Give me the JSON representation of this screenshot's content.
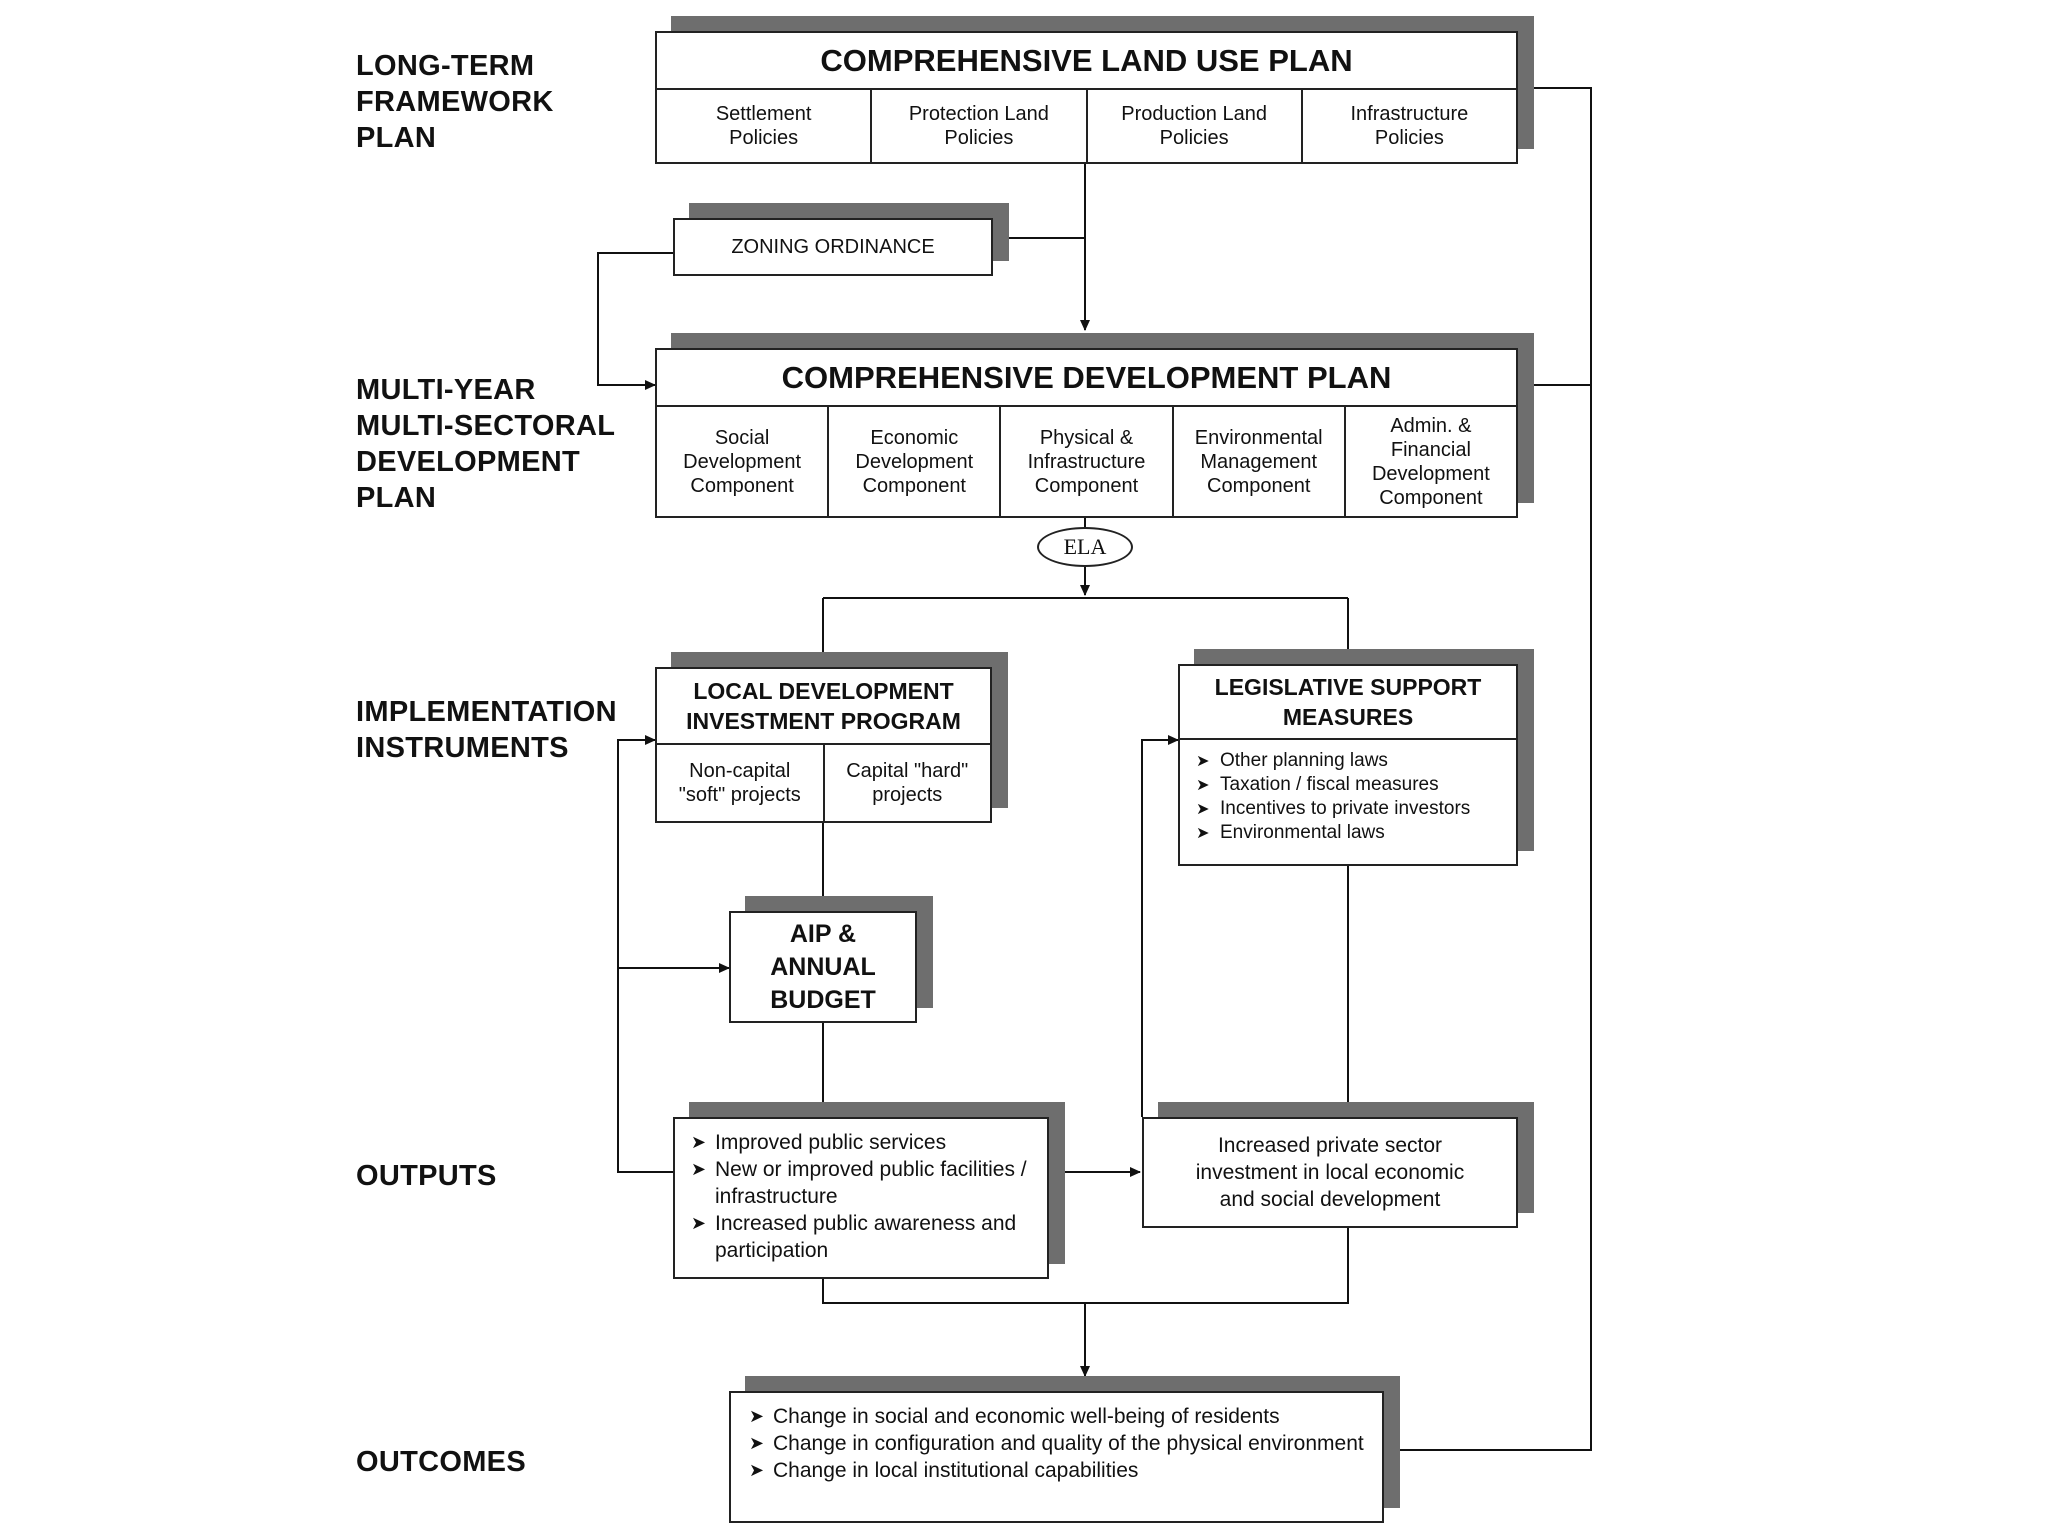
{
  "levels": {
    "long_term": [
      "LONG-TERM",
      "FRAMEWORK",
      "PLAN"
    ],
    "multi_year": [
      "MULTI-YEAR",
      "MULTI-SECTORAL",
      "DEVELOPMENT",
      "PLAN"
    ],
    "implementation": [
      "IMPLEMENTATION",
      "INSTRUMENTS"
    ],
    "outputs": "OUTPUTS",
    "outcomes": "OUTCOMES"
  },
  "clup": {
    "title": "COMPREHENSIVE LAND USE PLAN",
    "policies": [
      [
        "Settlement",
        "Policies"
      ],
      [
        "Protection Land",
        "Policies"
      ],
      [
        "Production Land",
        "Policies"
      ],
      [
        "Infrastructure",
        "Policies"
      ]
    ]
  },
  "zoning": {
    "label": "ZONING ORDINANCE"
  },
  "cdp": {
    "title": "COMPREHENSIVE DEVELOPMENT PLAN",
    "components": [
      [
        "Social",
        "Development",
        "Component"
      ],
      [
        "Economic",
        "Development",
        "Component"
      ],
      [
        "Physical &",
        "Infrastructure",
        "Component"
      ],
      [
        "Environmental",
        "Management",
        "Component"
      ],
      [
        "Admin. &",
        "Financial",
        "Development",
        "Component"
      ]
    ]
  },
  "ela": {
    "label": "ELA"
  },
  "ldip": {
    "title": [
      "LOCAL DEVELOPMENT",
      "INVESTMENT PROGRAM"
    ],
    "projects": [
      [
        "Non-capital",
        "\"soft\" projects"
      ],
      [
        "Capital \"hard\"",
        "projects"
      ]
    ]
  },
  "legislative": {
    "title": [
      "LEGISLATIVE SUPPORT",
      "MEASURES"
    ],
    "items": [
      "Other planning laws",
      "Taxation / fiscal measures",
      "Incentives to private investors",
      "Environmental laws"
    ]
  },
  "aip": {
    "lines": [
      "AIP &",
      "ANNUAL",
      "BUDGET"
    ]
  },
  "public_outputs": {
    "items": [
      "Improved public services",
      "New or improved public facilities / infrastructure",
      "Increased public awareness and participation"
    ]
  },
  "private_outputs": {
    "lines": [
      "Increased private sector",
      "investment in local economic",
      "and social development"
    ]
  },
  "outcomes": {
    "items": [
      "Change in social and economic well-being of residents",
      "Change in configuration and quality of the physical environment",
      "Change in local institutional capabilities"
    ]
  }
}
